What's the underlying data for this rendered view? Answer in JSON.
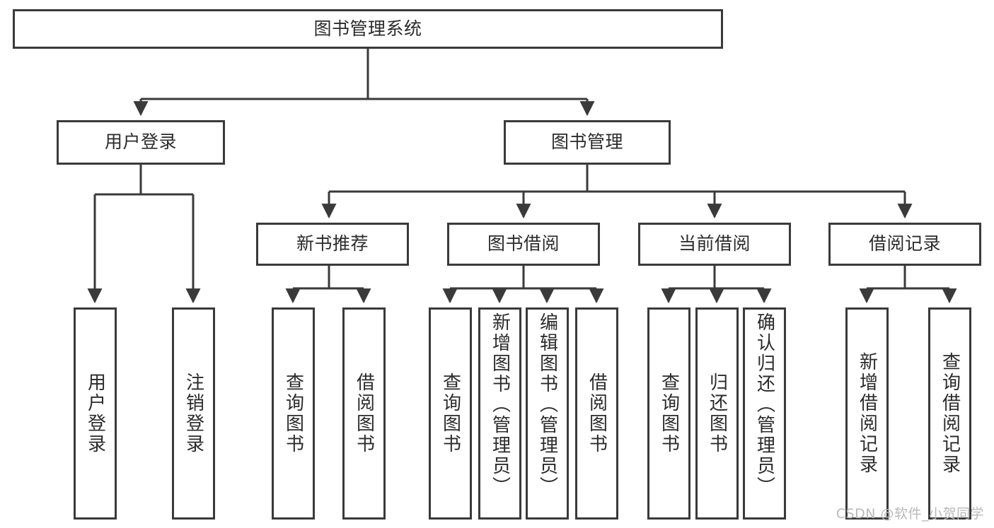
{
  "diagram": {
    "type": "tree-hierarchy-chart",
    "title": "图书管理系统",
    "line_color": "#3a3a3a",
    "box_fill": "#ffffff",
    "text_color": "#2b2b2b",
    "watermark_color": "#b9b9b9"
  },
  "watermark": {
    "text": "CSDN @软件_小贺同学"
  },
  "root": {
    "label": "图书管理系统"
  },
  "level2": [
    {
      "label": "用户登录"
    },
    {
      "label": "图书管理"
    }
  ],
  "level3": [
    {
      "label": "新书推荐"
    },
    {
      "label": "图书借阅"
    },
    {
      "label": "当前借阅"
    },
    {
      "label": "借阅记录"
    }
  ],
  "leaves": {
    "user_login": [
      {
        "label": "用户登录"
      },
      {
        "label": "注销登录"
      }
    ],
    "new_book_recommend": [
      {
        "label": "查询图书"
      },
      {
        "label": "借阅图书"
      }
    ],
    "book_borrow": [
      {
        "label": "查询图书"
      },
      {
        "label": "新增图书（管理员）"
      },
      {
        "label": "编辑图书（管理员）"
      },
      {
        "label": "借阅图书"
      }
    ],
    "current_borrow": [
      {
        "label": "查询图书"
      },
      {
        "label": "归还图书"
      },
      {
        "label": "确认归还（管理员）"
      }
    ],
    "borrow_record": [
      {
        "label": "新增借阅记录"
      },
      {
        "label": "查询借阅记录"
      }
    ]
  }
}
